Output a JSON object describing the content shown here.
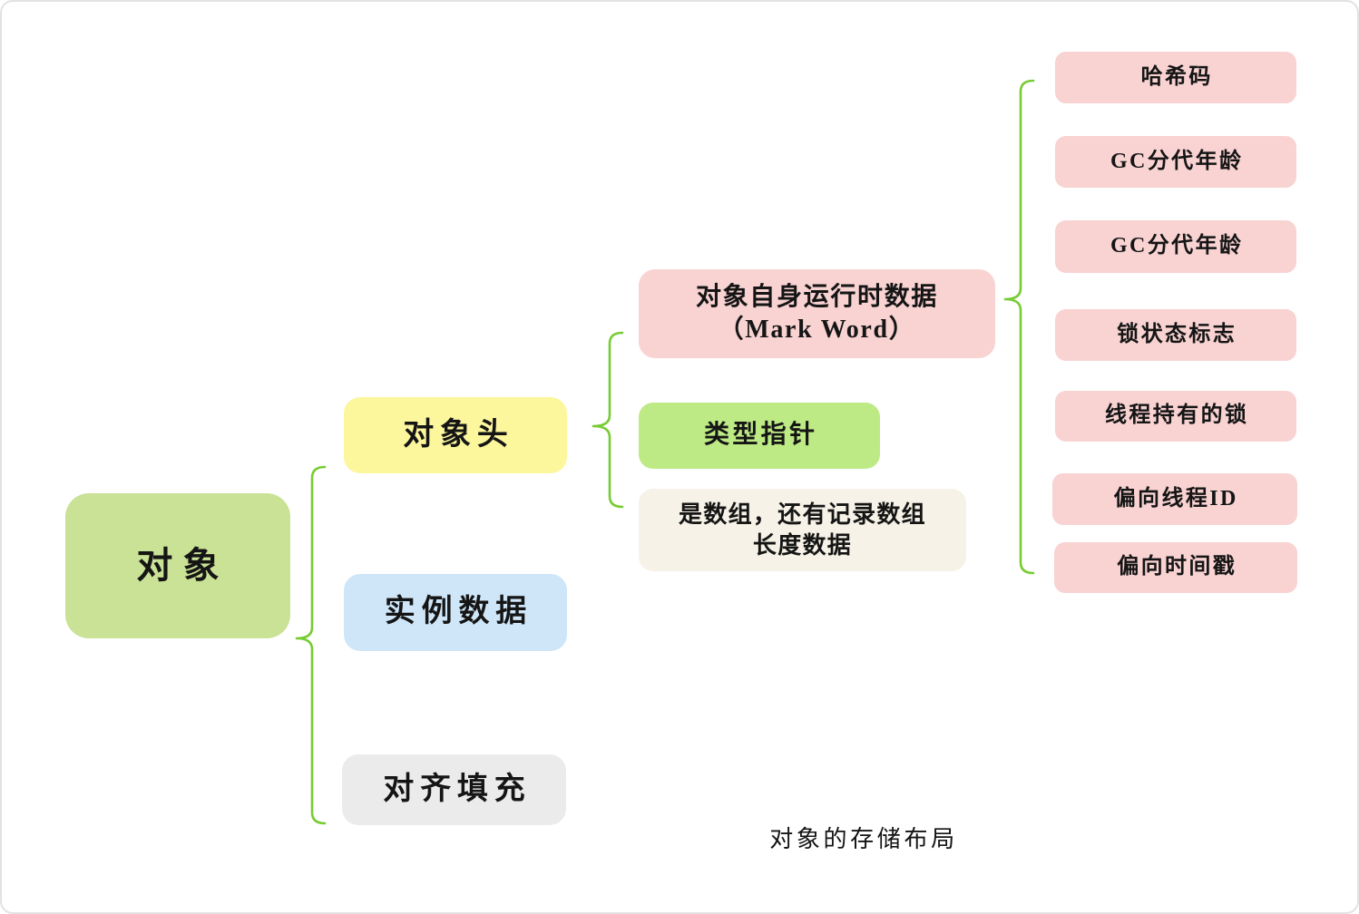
{
  "caption": "对象的存储布局",
  "colors": {
    "connector": "#76cc32",
    "root_green": "#c9e295",
    "yellow": "#fcf69d",
    "blue": "#cfe6f8",
    "gray": "#ebebeb",
    "pink": "#f9d2d2",
    "leaf_pink": "#f9d2d2",
    "light_green": "#bdea84",
    "cream": "#f6f2e7"
  },
  "tree": {
    "root": {
      "label": "对象"
    },
    "children": [
      {
        "label": "对象头"
      },
      {
        "label": "实例数据"
      },
      {
        "label": "对齐填充"
      }
    ],
    "header_children": [
      {
        "line1": "对象自身运行时数据",
        "line2": "（Mark Word）"
      },
      {
        "label": "类型指针"
      },
      {
        "line1": "是数组，还有记录数组",
        "line2": "长度数据"
      }
    ],
    "mark_word_children": [
      {
        "label": "哈希码"
      },
      {
        "label": "GC分代年龄"
      },
      {
        "label": "GC分代年龄"
      },
      {
        "label": "锁状态标志"
      },
      {
        "label": "线程持有的锁"
      },
      {
        "label": "偏向线程ID"
      },
      {
        "label": "偏向时间戳"
      }
    ]
  }
}
